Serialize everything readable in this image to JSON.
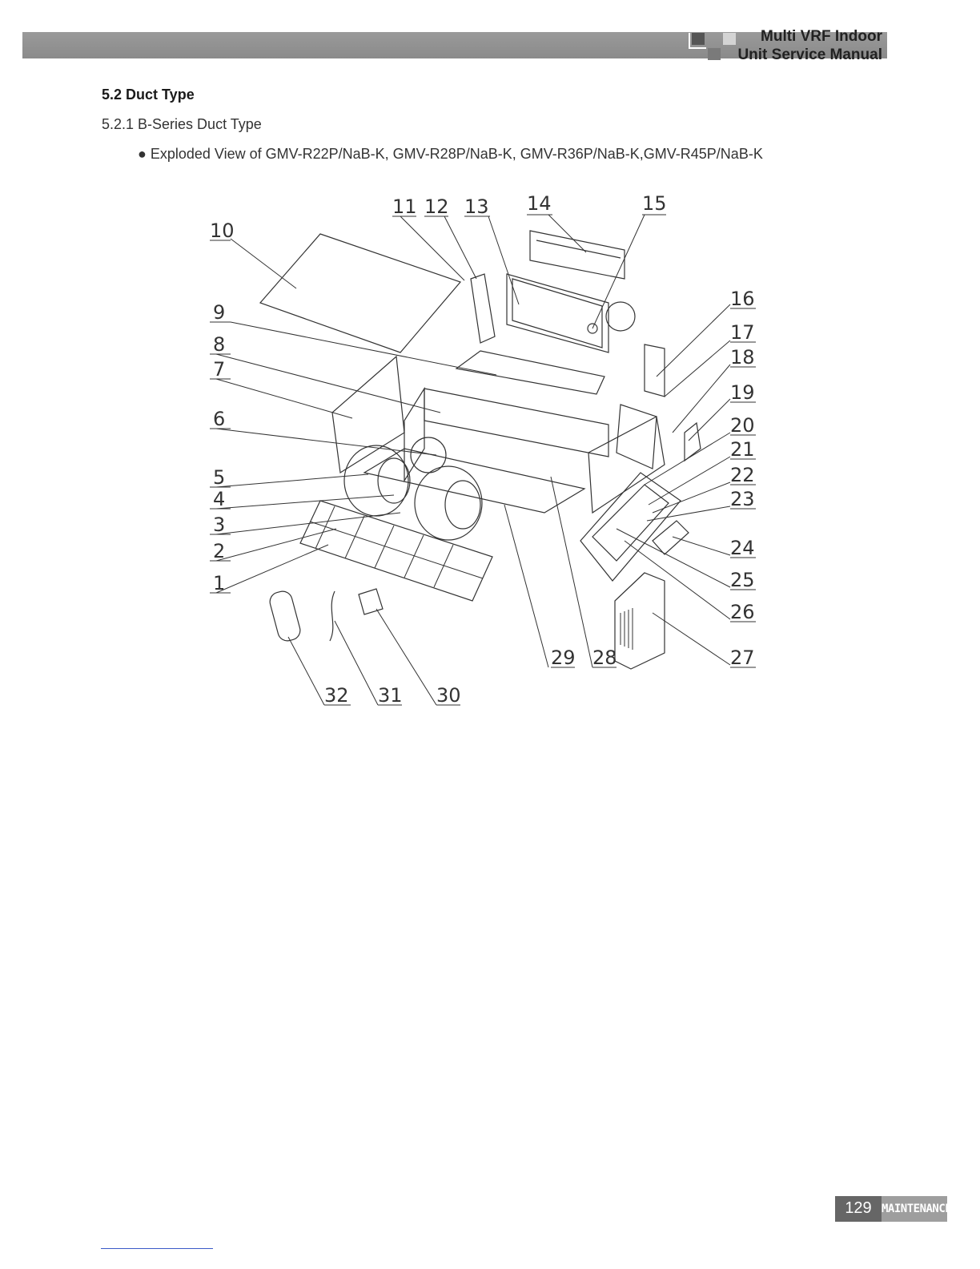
{
  "header": {
    "title_line1": "Multi VRF Indoor",
    "title_line2": "Unit Service Manual"
  },
  "content": {
    "section_heading": "5.2 Duct Type",
    "subsection_heading": "5.2.1 B-Series Duct Type",
    "bullet_text": "● Exploded View of GMV-R22P/NaB-K, GMV-R28P/NaB-K, GMV-R36P/NaB-K,GMV-R45P/NaB-K"
  },
  "diagram": {
    "part_labels": [
      "1",
      "2",
      "3",
      "4",
      "5",
      "6",
      "7",
      "8",
      "9",
      "10",
      "11",
      "12",
      "13",
      "14",
      "15",
      "16",
      "17",
      "18",
      "19",
      "20",
      "21",
      "22",
      "23",
      "24",
      "25",
      "26",
      "27",
      "28",
      "29",
      "30",
      "31",
      "32"
    ]
  },
  "footer": {
    "page_number": "129",
    "section_tab": "MAINTENANCE"
  }
}
